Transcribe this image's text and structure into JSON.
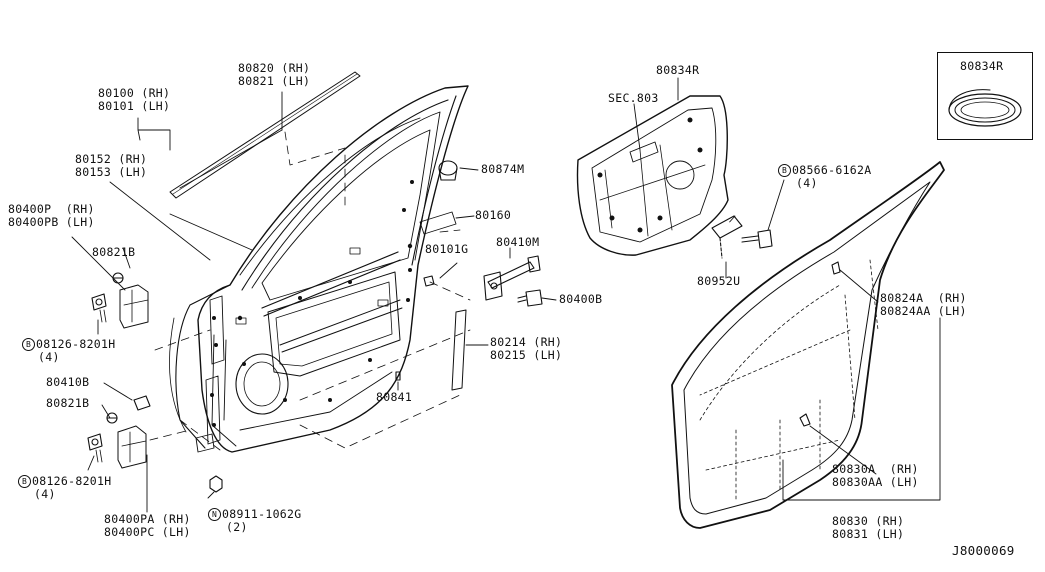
{
  "diagram_id": "J8000069",
  "labels": {
    "p80820_80821": "80820 (RH)\n80821 (LH)",
    "p80100_80101": "80100 (RH)\n80101 (LH)",
    "p80152_80153": "80152 (RH)\n80153 (LH)",
    "p80400P_PB": "80400P  (RH)\n80400PB (LH)",
    "p80821B_top": "80821B",
    "p08126_top_num": "08126-8201H",
    "p08126_top_qty": "(4)",
    "p80874M": "80874M",
    "p80160": "80160",
    "p80101G": "80101G",
    "p80410M": "80410M",
    "p80400B": "80400B",
    "p80214_80215": "80214 (RH)\n80215 (LH)",
    "p80841": "80841",
    "p80410B": "80410B",
    "p80821B_bottom": "80821B",
    "p08126_bottom_num": "08126-8201H",
    "p08126_bottom_qty": "(4)",
    "p08911_num": "08911-1062G",
    "p08911_qty": "(2)",
    "p80400PA_PC": "80400PA (RH)\n80400PC (LH)",
    "p80834R_main": "80834R",
    "pSEC803": "SEC.803",
    "p80834R_inset": "80834R",
    "p08566_num": "08566-6162A",
    "p08566_qty": "(4)",
    "p80952U": "80952U",
    "p80824A_AA": "80824A  (RH)\n80824AA (LH)",
    "p80830A_AA": "80830A  (RH)\n80830AA (LH)",
    "p80830_80831": "80830 (RH)\n80831 (LH)"
  },
  "symbols": {
    "bolt_prefix": "B",
    "nut_prefix": "N"
  }
}
